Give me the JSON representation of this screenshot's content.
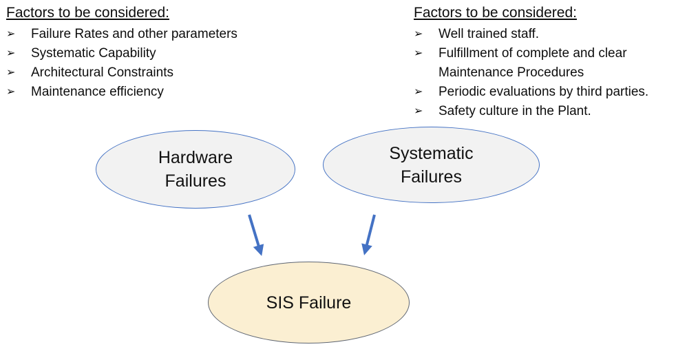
{
  "colors": {
    "background": "#ffffff",
    "text": "#0d0d0d",
    "arrow": "#4472c4",
    "factor_ellipse_fill": "#f2f2f2",
    "factor_ellipse_border": "#4472c4",
    "sis_ellipse_fill": "#fbefd2",
    "sis_ellipse_border": "#5f6672"
  },
  "bullet_glyph": "➢",
  "left_factors": {
    "title": "Factors to be considered:",
    "items": [
      "Failure Rates and other parameters",
      "Systematic Capability",
      "Architectural Constraints",
      "Maintenance efficiency"
    ]
  },
  "right_factors": {
    "title": "Factors to be considered:",
    "items": [
      "Well trained staff.",
      "Fulfillment of complete and clear Maintenance Procedures",
      "Periodic evaluations by third parties.",
      "Safety culture in the Plant."
    ]
  },
  "nodes": {
    "hardware": {
      "label": "Hardware Failures"
    },
    "systematic": {
      "label": "Systematic Failures"
    },
    "sis": {
      "label": "SIS Failure"
    }
  }
}
